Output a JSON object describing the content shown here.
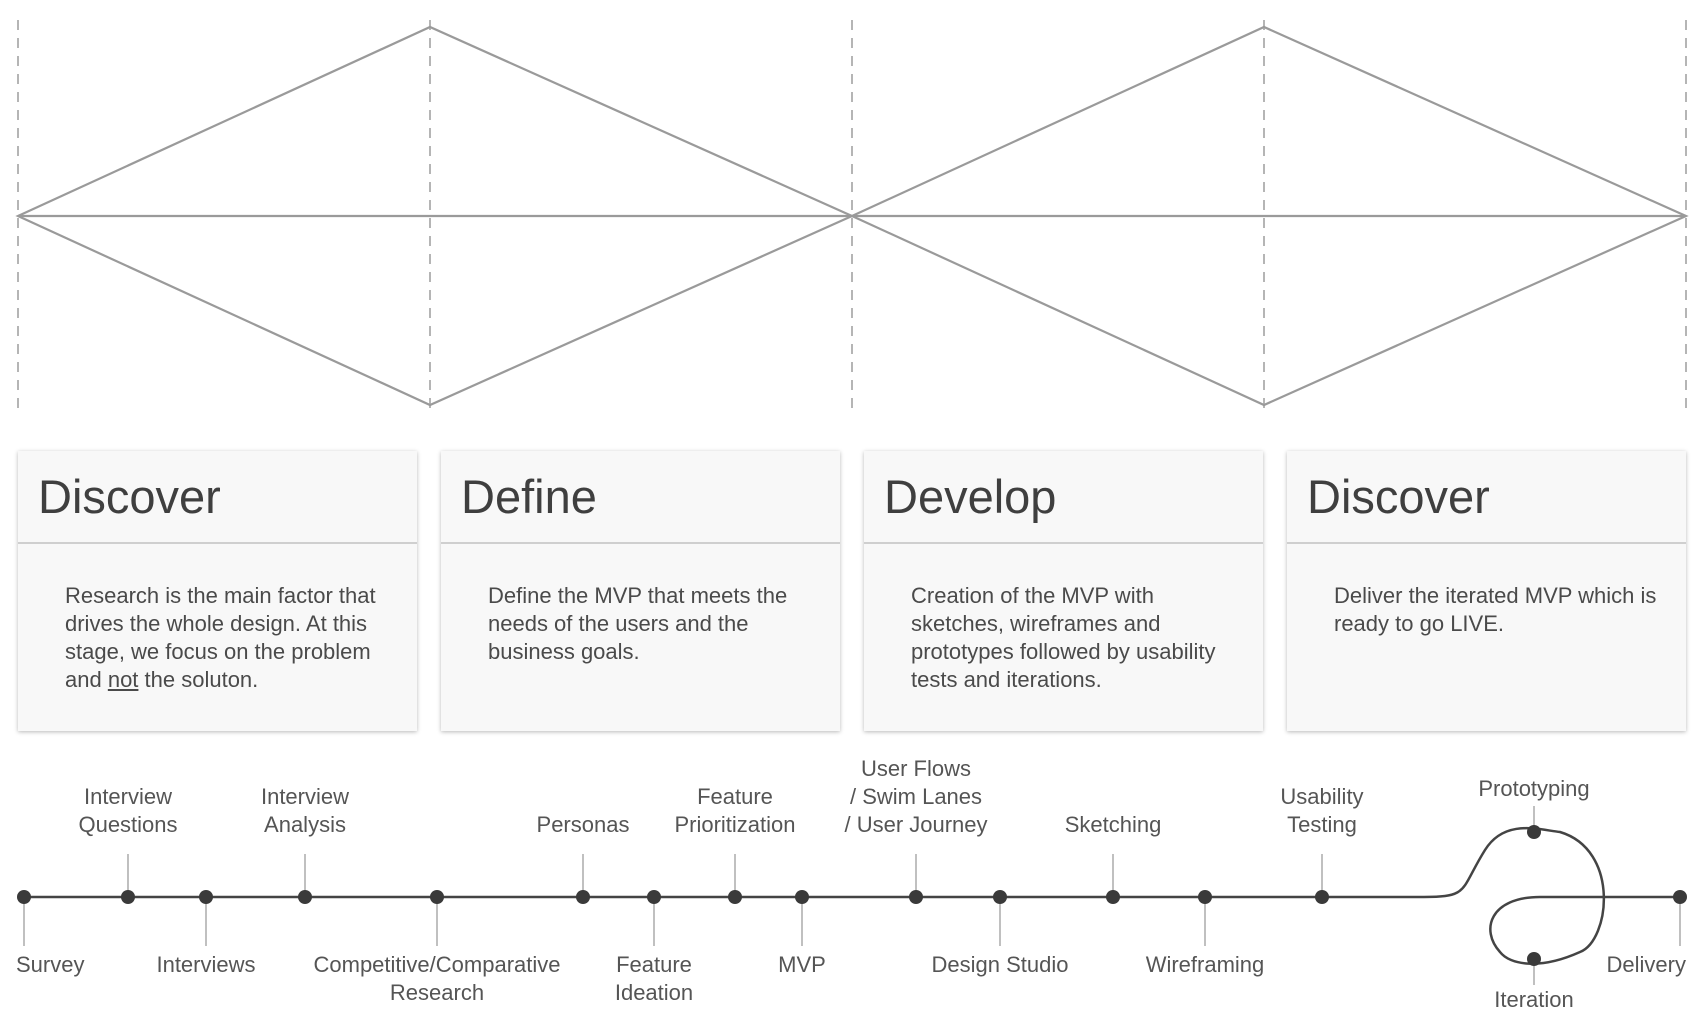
{
  "colors": {
    "diagram_line": "#9a9a9a",
    "timeline_line": "#444444",
    "node": "#3a3a3a",
    "card_bg": "#f8f8f8",
    "text": "#555555"
  },
  "cards": [
    {
      "title": "Discover",
      "lines_before": "Research is the main factor that drives the whole design. At this stage, we focus on the problem and ",
      "underlined": "not",
      "lines_after": " the soluton."
    },
    {
      "title": "Define",
      "lines_before": "Define the MVP that meets the needs of the users and the business goals.",
      "underlined": "",
      "lines_after": ""
    },
    {
      "title": "Develop",
      "lines_before": "Creation of the MVP with sketches, wireframes and prototypes followed by usability tests and iterations.",
      "underlined": "",
      "lines_after": ""
    },
    {
      "title": "Discover",
      "lines_before": "Deliver the iterated MVP which is ready to go LIVE.",
      "underlined": "",
      "lines_after": ""
    }
  ],
  "timeline": {
    "above": [
      {
        "lines": [
          "Interview",
          "Questions"
        ]
      },
      {
        "lines": [
          "Interview",
          "Analysis"
        ]
      },
      {
        "lines": [
          "Personas"
        ]
      },
      {
        "lines": [
          "Feature",
          "Prioritization"
        ]
      },
      {
        "lines": [
          "User Flows",
          "/ Swim Lanes",
          "/ User Journey"
        ]
      },
      {
        "lines": [
          "Sketching"
        ]
      },
      {
        "lines": [
          "Usability",
          "Testing"
        ]
      },
      {
        "lines": [
          "Prototyping"
        ]
      }
    ],
    "below": [
      {
        "lines": [
          "Survey"
        ]
      },
      {
        "lines": [
          "Interviews"
        ]
      },
      {
        "lines": [
          "Competitive/Comparative",
          "Research"
        ]
      },
      {
        "lines": [
          "Feature",
          "Ideation"
        ]
      },
      {
        "lines": [
          "MVP"
        ]
      },
      {
        "lines": [
          "Design Studio"
        ]
      },
      {
        "lines": [
          "Wireframing"
        ]
      },
      {
        "lines": [
          "Iteration"
        ]
      },
      {
        "lines": [
          "Delivery"
        ]
      }
    ]
  }
}
